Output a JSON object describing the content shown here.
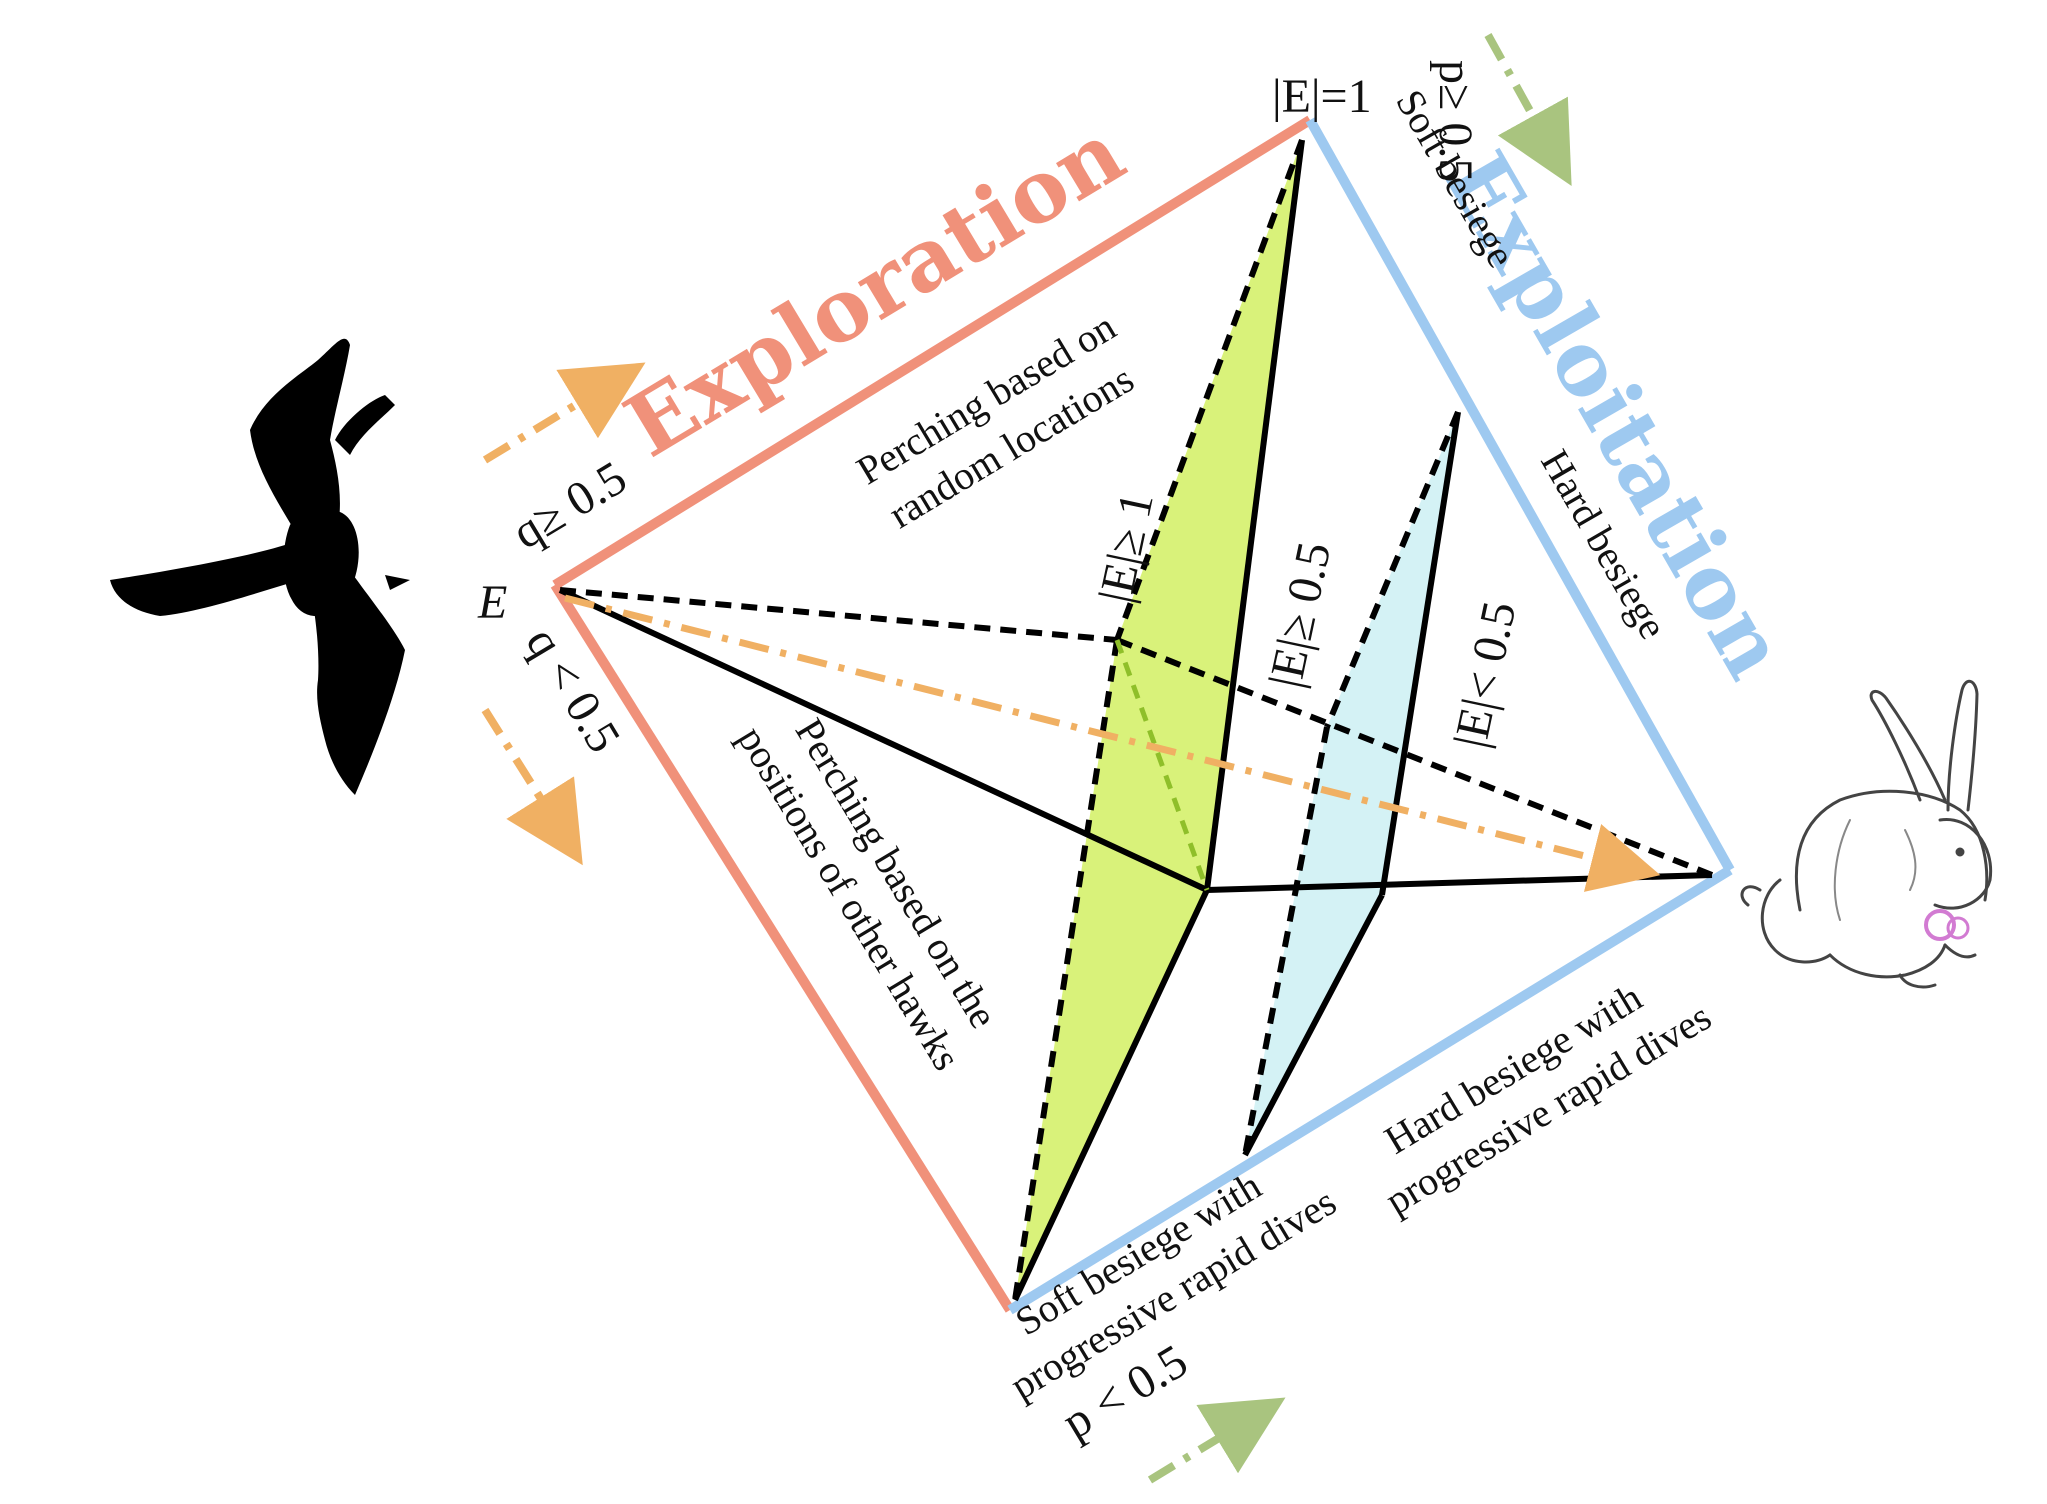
{
  "phases": {
    "exploration": "Exploration",
    "exploitation": "Exploitation"
  },
  "labels": {
    "E": "E",
    "E_abs_eq_1": "|E|=1",
    "q_ge": "q≥ 0.5",
    "q_lt": "q < 0.5",
    "p_ge": "p≥ 0.5",
    "p_lt": "p < 0.5",
    "E_ge_1": "|E|≥ 1",
    "E_ge_05": "|E|≥ 0.5",
    "E_lt_05": "|E|< 0.5"
  },
  "strategies": {
    "perch_random_l1": "Perching based on",
    "perch_random_l2": "random locations",
    "perch_hawks_l1": "Perching based on the",
    "perch_hawks_l2": "positions of other hawks",
    "soft_besiege": "Soft besiege",
    "hard_besiege": "Hard besiege",
    "soft_dives_l1": "Soft besiege with",
    "soft_dives_l2": "progressive rapid dives",
    "hard_dives_l1": "Hard besiege with",
    "hard_dives_l2": "progressive rapid dives"
  },
  "colors": {
    "exploration": "#f0917a",
    "exploitation": "#9ec9f0",
    "green_plane": "#d9f27a",
    "blue_plane": "#d4f2f5",
    "orange_arrow": "#f0b063",
    "green_arrow": "#a9c47f"
  },
  "icons": {
    "hawk": "hawk-silhouette-icon",
    "rabbit": "rabbit-sketch-icon"
  }
}
